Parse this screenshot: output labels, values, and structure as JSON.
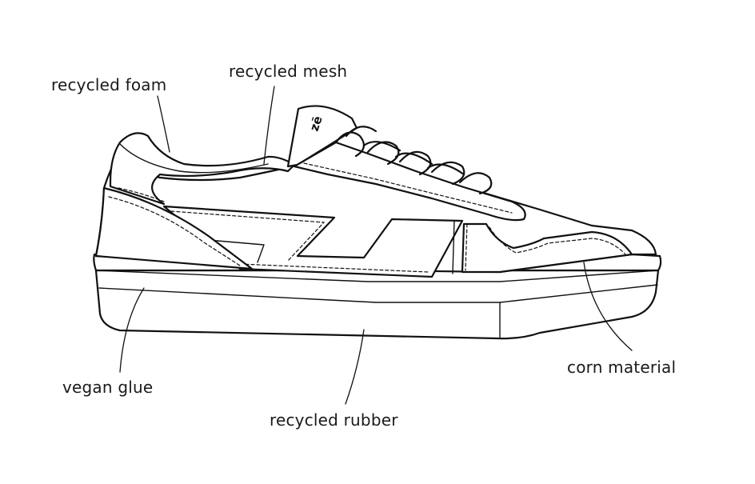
{
  "labels": {
    "recycled_foam": "recycled foam",
    "recycled_mesh": "recycled mesh",
    "vegan_glue": "vegan glue",
    "recycled_rubber": "recycled rubber",
    "corn_material": "corn material"
  },
  "brand_mark": "zē",
  "colors": {
    "line": "#111111",
    "background": "#ffffff",
    "text": "#1a1a1a"
  }
}
